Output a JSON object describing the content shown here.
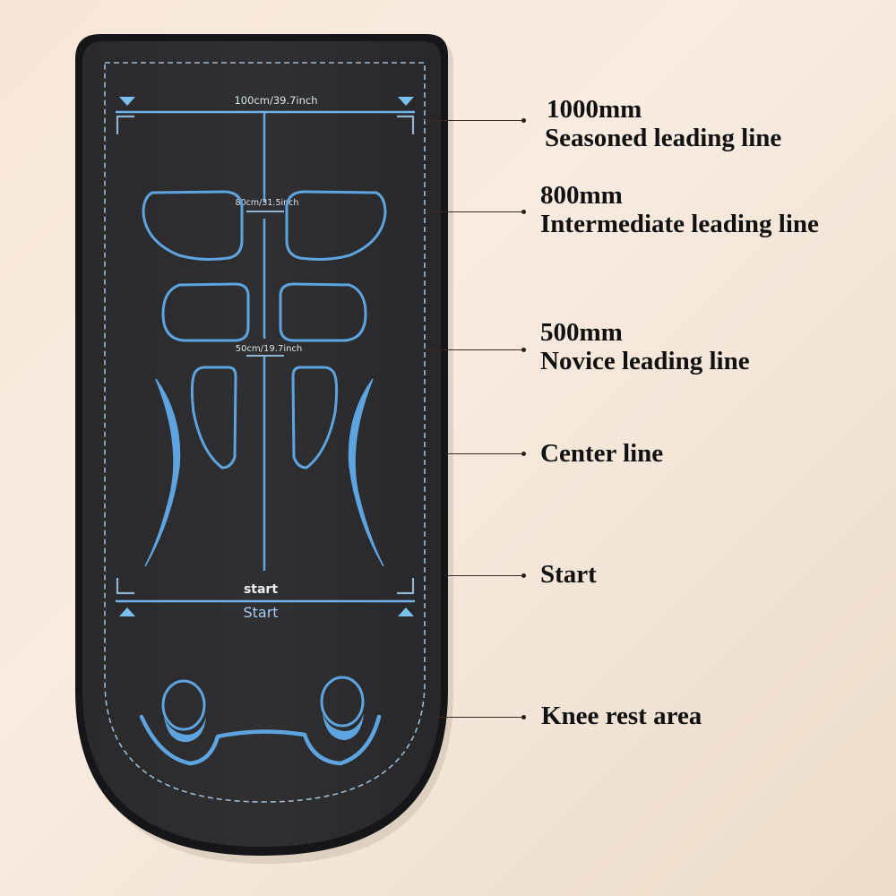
{
  "colors": {
    "background": "#f6e8dc",
    "mat_body": "#2b2b2d",
    "mat_rim": "#18181a",
    "line_blue": "#5da4e0",
    "dash_white": "#cfe0ef",
    "label_text": "#111111"
  },
  "mat": {
    "top_measure_label": "100cm/39.7inch",
    "mid_measure_label": "80cm/31.5inch",
    "low_measure_label": "50cm/19.7inch",
    "start_label_bold": "start",
    "start_label_light": "Start"
  },
  "callouts": [
    {
      "id": "seasoned",
      "value": "1000mm",
      "label": "Seasoned leading line"
    },
    {
      "id": "intermediate",
      "value": "800mm",
      "label": "Intermediate leading line"
    },
    {
      "id": "novice",
      "value": "500mm",
      "label": "Novice leading line"
    },
    {
      "id": "center",
      "value": "",
      "label": "Center line"
    },
    {
      "id": "start",
      "value": "",
      "label": "Start"
    },
    {
      "id": "knee",
      "value": "",
      "label": "Knee rest area"
    }
  ]
}
